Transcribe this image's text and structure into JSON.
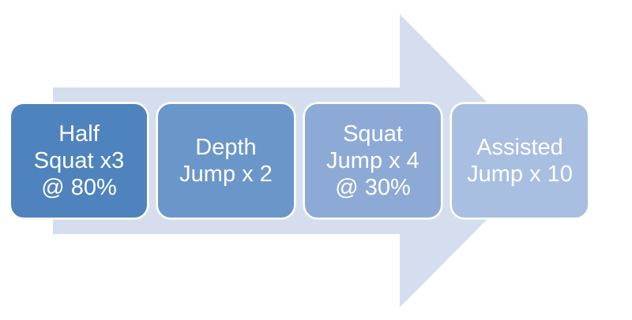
{
  "diagram": {
    "arrow_color": "#d4deee",
    "steps": [
      {
        "label": "Half\nSquat x3\n@ 80%",
        "color": "#4f83bd"
      },
      {
        "label": "Depth\nJump x 2",
        "color": "#6b96c9"
      },
      {
        "label": "Squat\nJump x 4\n@ 30%",
        "color": "#8daad6"
      },
      {
        "label": "Assisted\nJump x 10",
        "color": "#a8bfe2"
      }
    ]
  }
}
